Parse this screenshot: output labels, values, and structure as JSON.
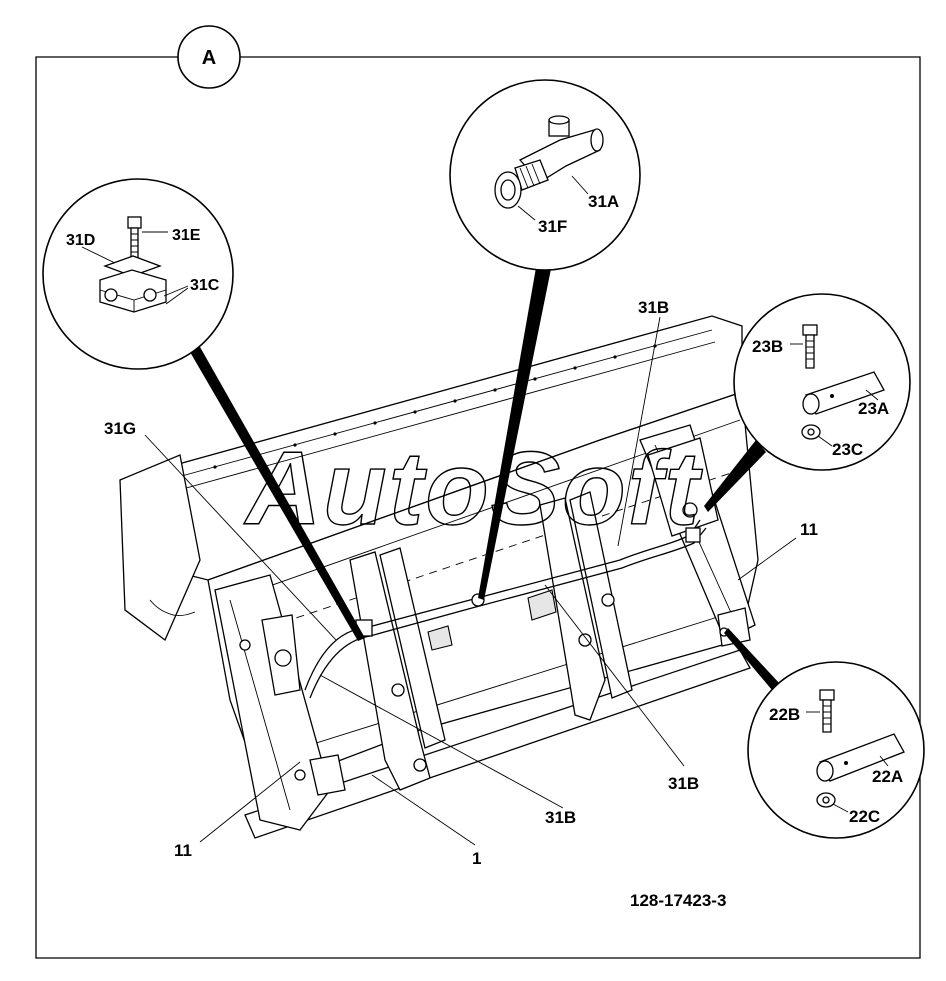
{
  "view_tag": "A",
  "drawing_number": "128-17423-3",
  "watermark": "AutoSoft",
  "callouts": {
    "c31D": "31D",
    "c31E": "31E",
    "c31C": "31C",
    "c31A": "31A",
    "c31F": "31F",
    "c31B_top": "31B",
    "c23B": "23B",
    "c23A": "23A",
    "c23C": "23C",
    "c31G": "31G",
    "c11_right": "11",
    "c22B": "22B",
    "c22A": "22A",
    "c22C": "22C",
    "c31B_mid": "31B",
    "c31B_low": "31B",
    "c11_left": "11",
    "c1": "1"
  }
}
